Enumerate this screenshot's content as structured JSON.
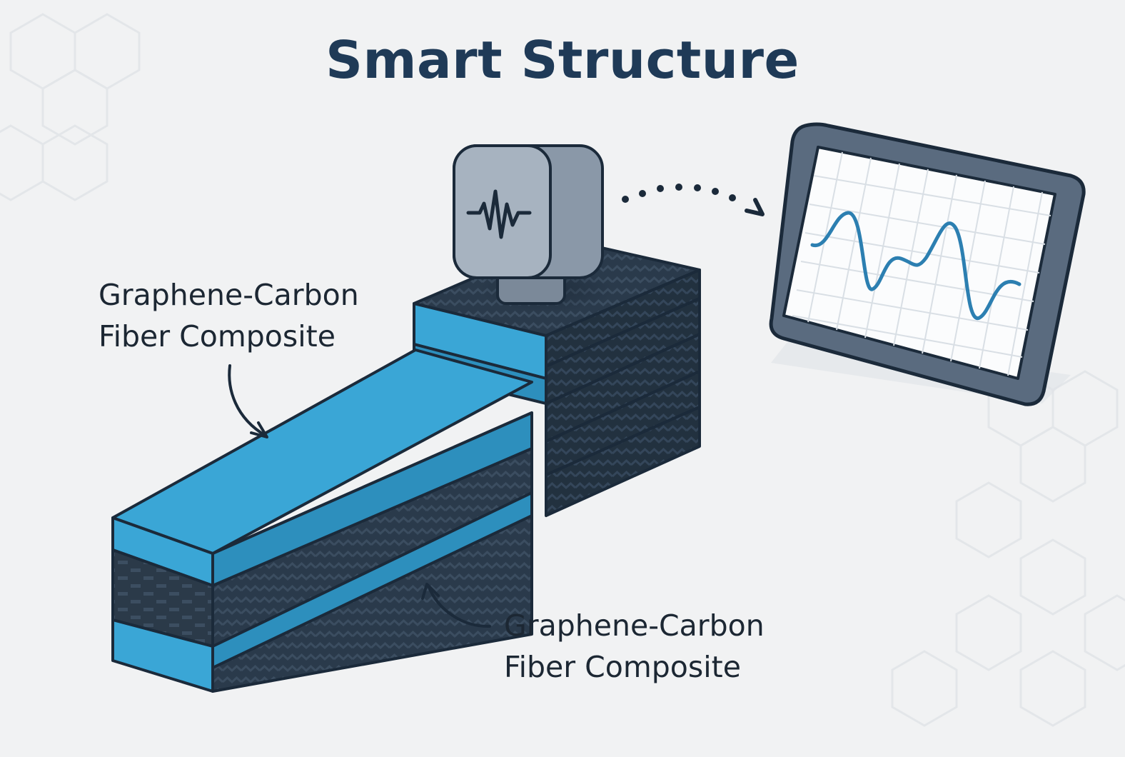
{
  "title": "Smart Structure",
  "labels": {
    "upper": {
      "line1": "Graphene-Carbon",
      "line2": "Fiber Composite"
    },
    "lower": {
      "line1": "Graphene-Carbon",
      "line2": "Fiber Composite"
    }
  },
  "icons": {
    "sensor_glyph": "waveform-icon",
    "arrow": "dotted-arrow-icon",
    "monitor_glyph": "signal-graph-icon"
  },
  "colors": {
    "background": "#f1f2f3",
    "title": "#1f3a57",
    "label_text": "#1c2733",
    "composite_blue": "#3aa6d6",
    "carbon_dark": "#263646",
    "outline": "#1b2a3a",
    "sensor_gray": "#8a98a8",
    "signal_line": "#2c7fb1"
  }
}
